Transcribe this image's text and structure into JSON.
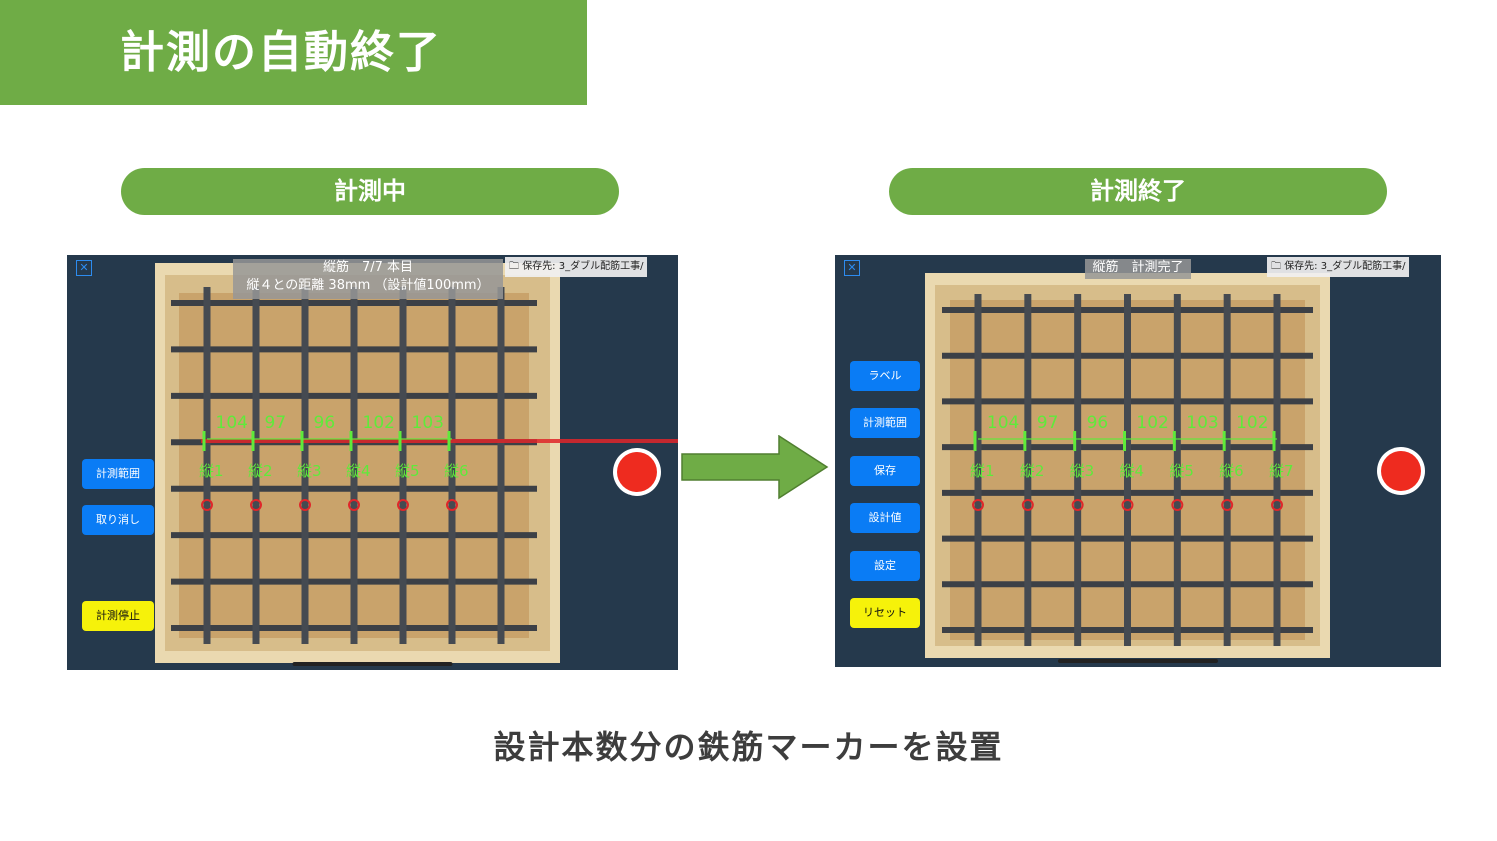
{
  "title": "計測の自動終了",
  "left_panel": {
    "pill": "計測中",
    "hud_line1": "縦筋　7/7 本目",
    "hud_line2": "縦４との距離 38mm （設計値100mm）",
    "destination": "保存先: 3_ダブル配筋工事/",
    "close_icon": "close-icon",
    "buttons": [
      "計測範囲",
      "取り消し",
      "計測停止"
    ],
    "distances": [
      "104",
      "97",
      "96",
      "102",
      "103"
    ],
    "bar_labels": [
      "縦1",
      "縦2",
      "縦3",
      "縦4",
      "縦5",
      "縦6"
    ]
  },
  "right_panel": {
    "pill": "計測終了",
    "hud_line1": "縦筋　計測完了",
    "destination": "保存先: 3_ダブル配筋工事/",
    "close_icon": "close-icon",
    "buttons": [
      "ラベル",
      "計測範囲",
      "保存",
      "設計値",
      "設定",
      "リセット"
    ],
    "distances": [
      "104",
      "97",
      "96",
      "102",
      "103",
      "102"
    ],
    "bar_labels": [
      "縦1",
      "縦2",
      "縦3",
      "縦4",
      "縦5",
      "縦6",
      "縦7"
    ]
  },
  "arrow_icon": "right-arrow-icon",
  "caption": "設計本数分の鉄筋マーカーを設置",
  "colors": {
    "brand_green": "#6fac46",
    "button_blue": "#0a7cf5",
    "button_yellow": "#f6f20a",
    "record_red": "#ee2b1f",
    "marker_green": "#5fea3a",
    "measure_line_red": "#e0262a"
  }
}
